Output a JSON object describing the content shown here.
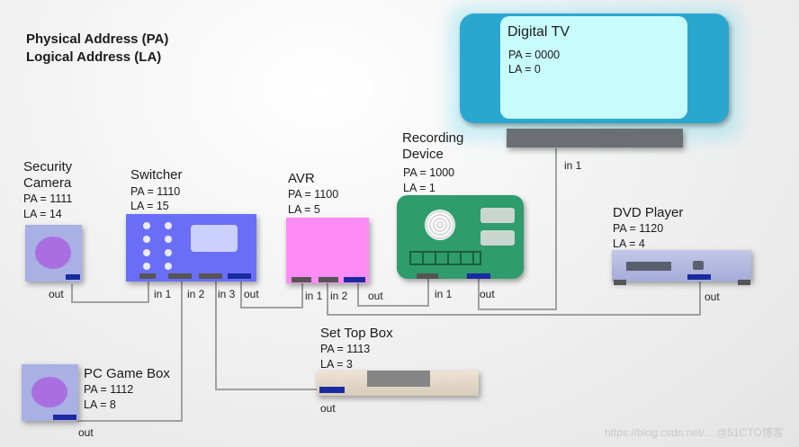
{
  "legend": {
    "line1": "Physical Address (PA)",
    "line2": "Logical Address (LA)"
  },
  "devices": {
    "tv": {
      "name": "Digital TV",
      "pa": "PA = 0000",
      "la": "LA = 0",
      "port": "in 1"
    },
    "camera": {
      "name_line1": "Security",
      "name_line2": "Camera",
      "pa": "PA = 1111",
      "la": "LA = 14",
      "port": "out"
    },
    "switcher": {
      "name": "Switcher",
      "pa": "PA = 1110",
      "la": "LA = 15",
      "port_in1": "in 1",
      "port_in2": "in 2",
      "port_in3": "in 3",
      "port_out": "out"
    },
    "avr": {
      "name": "AVR",
      "pa": "PA = 1100",
      "la": "LA = 5",
      "port_in1": "in 1",
      "port_in2": "in 2",
      "port_out": "out"
    },
    "recorder": {
      "name_line1": "Recording",
      "name_line2": "Device",
      "pa": "PA = 1000",
      "la": "LA = 1",
      "port_in1": "in 1",
      "port_out": "out"
    },
    "dvd": {
      "name": "DVD Player",
      "pa": "PA = 1120",
      "la": "LA = 4",
      "port": "out"
    },
    "stb": {
      "name": "Set Top Box",
      "pa": "PA = 1113",
      "la": "LA = 3",
      "port": "out"
    },
    "game": {
      "name": "PC Game Box",
      "pa": "PA = 1112",
      "la": "LA = 8",
      "port": "out"
    }
  },
  "watermark": "https://blog.csdn.net/...  @51CTO博客",
  "colors": {
    "tv_frame": "#2aa7cf",
    "tv_screen": "#c8fbfb",
    "switcher": "#6a6ef7",
    "avr": "#ff8cf5",
    "recorder": "#2e9c6c",
    "camera": "#a9b0e4",
    "port_blue": "#1a2aa0",
    "wire": "#9a9a9a"
  }
}
